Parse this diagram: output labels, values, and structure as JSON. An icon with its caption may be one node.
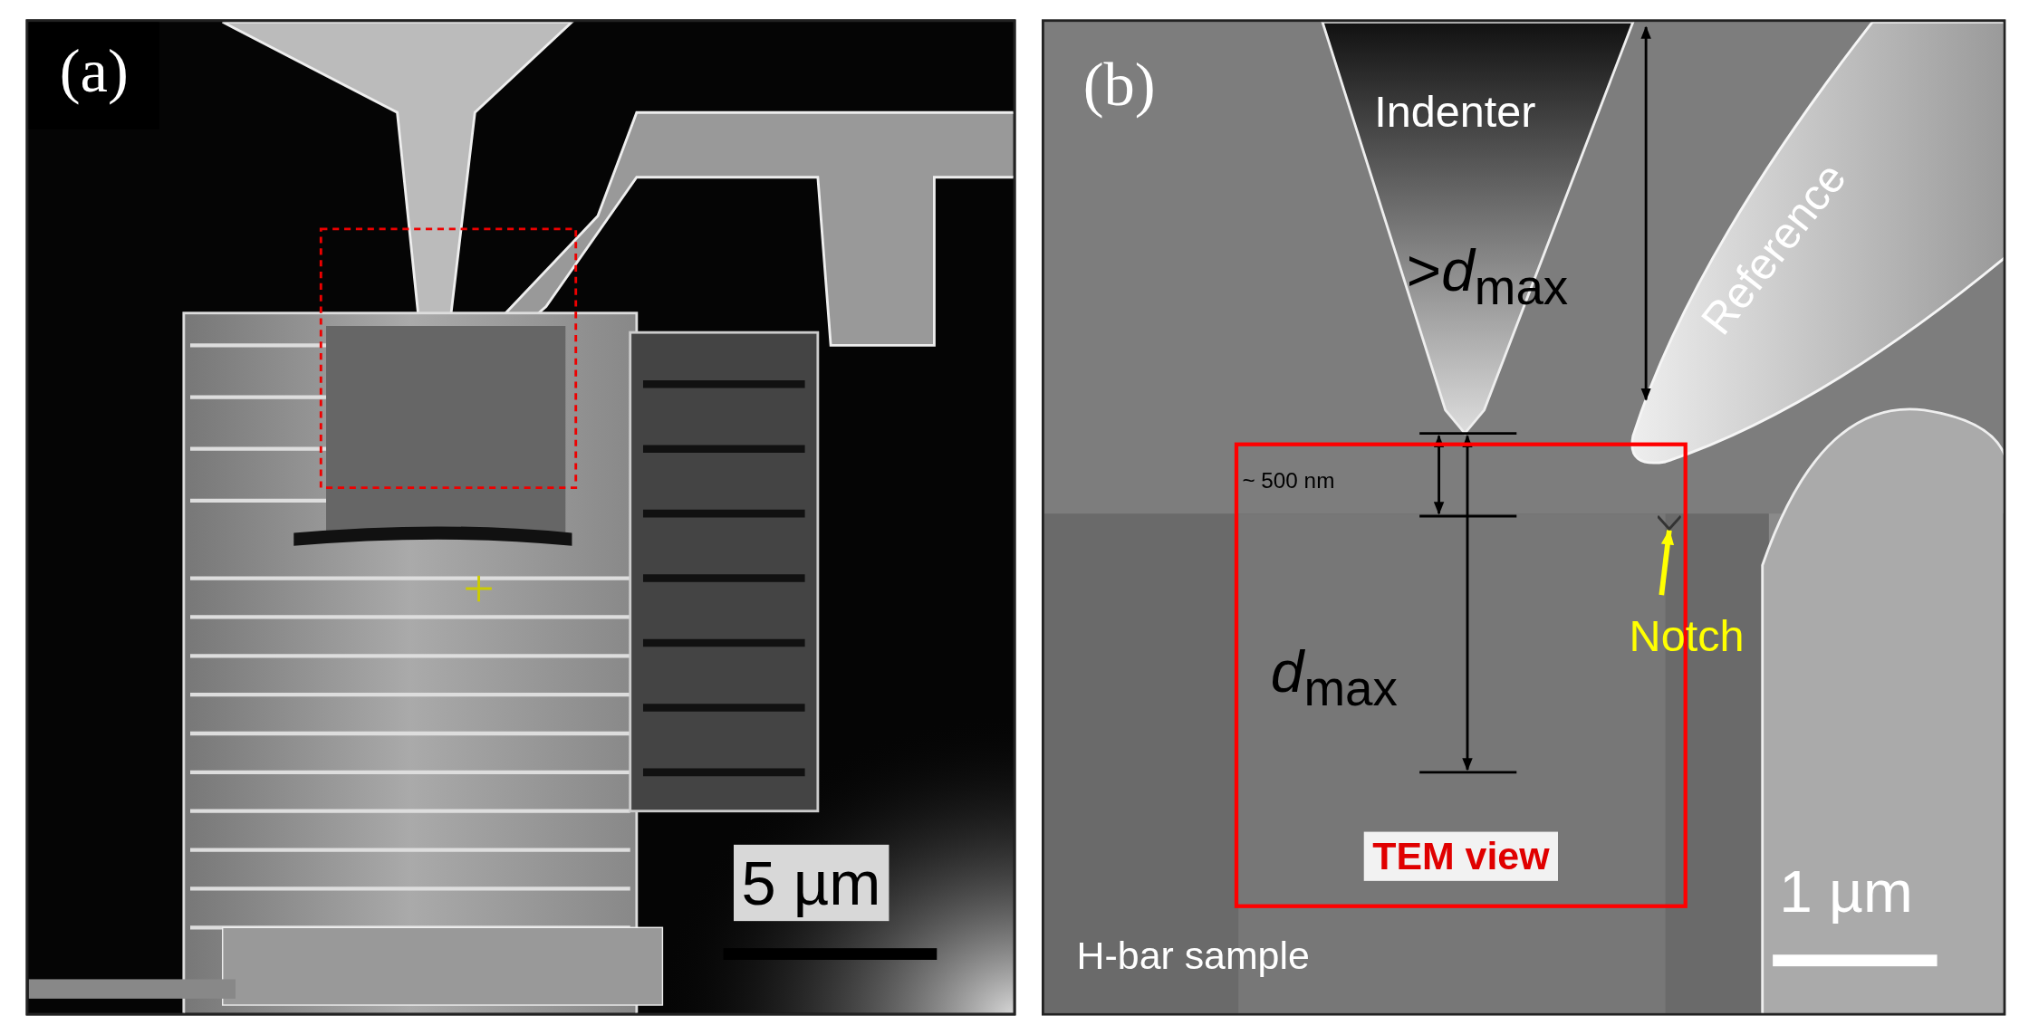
{
  "diagram": {
    "nodes": [
      {
        "text": [
          "TEM view"
        ]
      },
      {
        "text": [
          "Notch"
        ]
      },
      {
        "text": [],
        "shape": "picture",
        "in": 0
      }
    ],
    "edges": [
      {
        "from": 1,
        "to": 2,
        "arrow": "to"
      }
    ],
    "labels": [
      "(a)",
      "5 µm",
      "(b)",
      "Indenter",
      "Reference",
      ">*d*$_{max}$",
      "~ 500 nm",
      "*d*$_{max}$",
      "H-bar sample",
      "1 µm"
    ]
  }
}
